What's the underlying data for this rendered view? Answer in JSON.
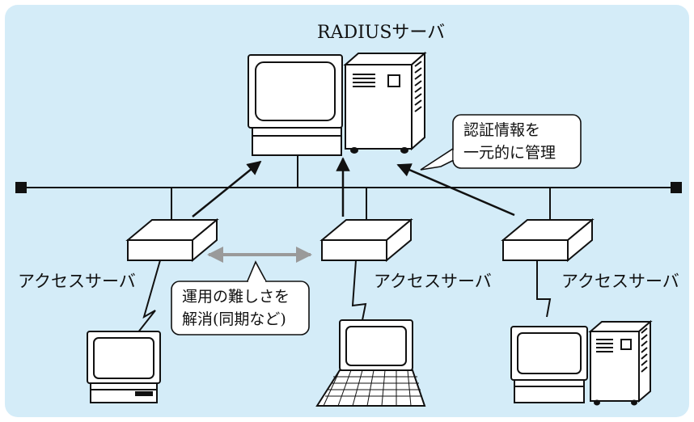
{
  "colors": {
    "background": "#d4ecf8",
    "line": "#111111",
    "sync_arrow": "#9a9a9a"
  },
  "title": "RADIUSサーバ",
  "access_server_label": "アクセスサーバ",
  "callout_auth": {
    "line1": "認証情報を",
    "line2": "一元的に管理"
  },
  "callout_ops": {
    "line1": "運用の難しさを",
    "line2": "解消(同期など)"
  },
  "icons": [
    "desktop-computer-icon",
    "tower-server-icon",
    "access-server-icon",
    "laptop-icon",
    "network-node-icon",
    "arrow-icon"
  ]
}
